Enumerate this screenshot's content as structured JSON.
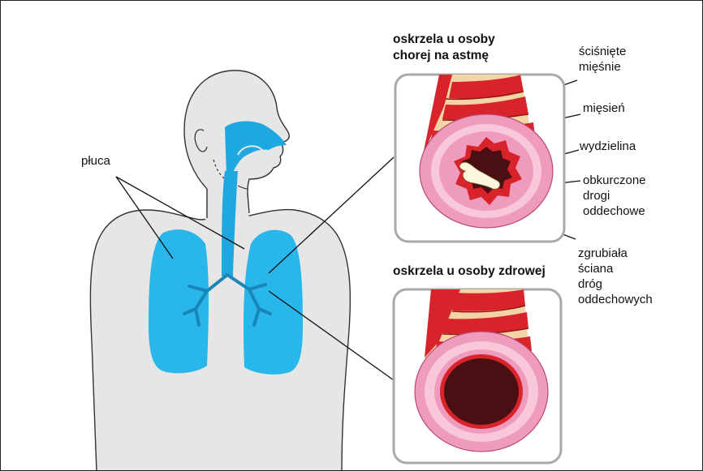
{
  "labels": {
    "lungs": "płuca",
    "asthma_title_line1": "oskrzela u osoby",
    "asthma_title_line2": "chorej na astmę",
    "healthy_title": "oskrzela u osoby zdrowej",
    "constricted_muscles_line1": "ściśnięte",
    "constricted_muscles_line2": "mięśnie",
    "muscle": "mięsień",
    "secretion": "wydzielina",
    "constricted_airways_line1": "obkurczone",
    "constricted_airways_line2": "drogi",
    "constricted_airways_line3": "oddechowe",
    "thickened_wall_line1": "zgrubiała",
    "thickened_wall_line2": "ściana",
    "thickened_wall_line3": "dróg",
    "thickened_wall_line4": "oddechowych"
  },
  "colors": {
    "body": "#e6e6e6",
    "airway_blue": "#1fa8df",
    "lung_blue": "#29b6ea",
    "muscle_red": "#d8232a",
    "muscle_dark": "#8e1b1e",
    "tissue_tan": "#f3d4a4",
    "wall_pink": "#ef9bbd",
    "wall_light": "#f8c8da",
    "lumen": "#4a0f12",
    "mucus": "#fbf6dc",
    "box_border": "#a9a9a9"
  }
}
